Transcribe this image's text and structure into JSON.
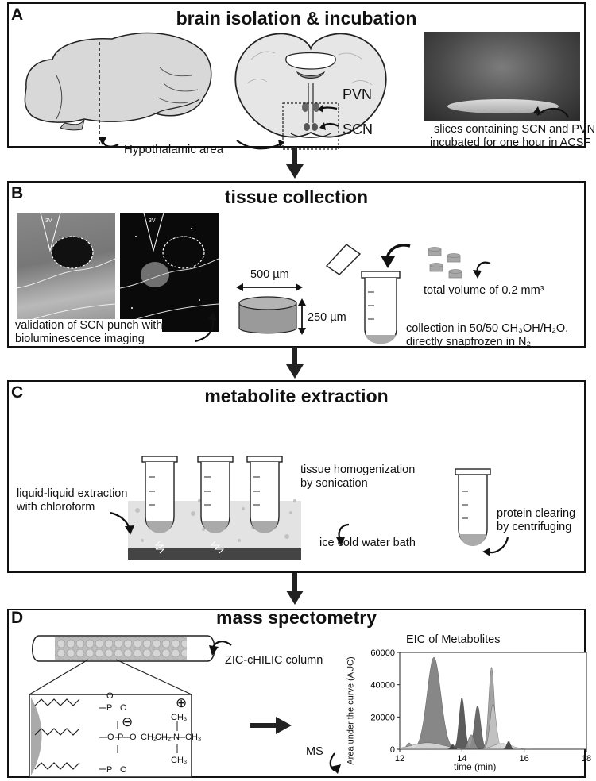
{
  "panels": {
    "a": {
      "label": "A",
      "title": "brain isolation & incubation",
      "hypothalamic_area": "Hypothalamic area",
      "pvn": "PVN",
      "scn": "SCN",
      "slices_line1": "slices containing SCN and PVN",
      "slices_line2": "incubated for one hour in ACSF"
    },
    "b": {
      "label": "B",
      "title": "tissue collection",
      "validation_line1": "validation of SCN punch with",
      "validation_line2": "bioluminescence imaging",
      "width_label": "500 µm",
      "height_label": "250 µm",
      "total_volume": "total volume of 0.2 mm³",
      "collection_line1": "collection in 50/50 CH₃OH/H₂O,",
      "collection_line2": "directly snapfrozen in N₂",
      "photo_label": "3V"
    },
    "c": {
      "label": "C",
      "title": "metabolite extraction",
      "lle_line1": "liquid-liquid extraction",
      "lle_line2": "with chloroform",
      "homog_line1": "tissue homogenization",
      "homog_line2": "by sonication",
      "bath": "ice cold water bath",
      "clearing_line1": "protein clearing",
      "clearing_line2": "by centrifuging"
    },
    "d": {
      "label": "D",
      "title": "mass spectometry",
      "column": "ZIC-cHILIC column",
      "ms": "MS",
      "atoms": {
        "P": "P",
        "O": "O",
        "N": "N",
        "CH3": "CH₃",
        "CH2": "CH₂",
        "minus": "⊖",
        "plus": "⊕"
      }
    }
  },
  "chart_data": {
    "type": "area",
    "title": "EIC of Metabolites",
    "xlabel": "time (min)",
    "ylabel": "Area under the curve (AUC)",
    "xlim": [
      12,
      18
    ],
    "ylim": [
      0,
      60000
    ],
    "x_ticks": [
      "12",
      "14",
      "16",
      "18"
    ],
    "y_ticks": [
      "0",
      "20000",
      "40000",
      "60000"
    ],
    "series": [
      {
        "color": "#7a7a7a",
        "peaks": [
          {
            "x": 13.1,
            "y": 57000,
            "w": 0.22
          }
        ]
      },
      {
        "color": "#4a4a4a",
        "peaks": [
          {
            "x": 14.0,
            "y": 32000,
            "w": 0.09
          }
        ]
      },
      {
        "color": "#5a5a5a",
        "peaks": [
          {
            "x": 14.5,
            "y": 27000,
            "w": 0.1
          }
        ]
      },
      {
        "color": "#9a9a9a",
        "peaks": [
          {
            "x": 14.95,
            "y": 51000,
            "w": 0.09
          }
        ]
      },
      {
        "color": "#c4c4c4",
        "peaks": [
          {
            "x": 15.0,
            "y": 28000,
            "w": 0.1
          }
        ]
      },
      {
        "color": "#8d8d8d",
        "peaks": [
          {
            "x": 14.3,
            "y": 9000,
            "w": 0.1
          },
          {
            "x": 12.3,
            "y": 4000,
            "w": 0.08
          }
        ]
      },
      {
        "color": "#d9d9d9",
        "peaks": [
          {
            "x": 12.9,
            "y": 4000,
            "w": 0.5
          },
          {
            "x": 15.3,
            "y": 3500,
            "w": 0.3
          }
        ]
      },
      {
        "color": "#3c3c3c",
        "peaks": [
          {
            "x": 15.5,
            "y": 5000,
            "w": 0.06
          },
          {
            "x": 13.7,
            "y": 3000,
            "w": 0.06
          }
        ]
      }
    ]
  }
}
